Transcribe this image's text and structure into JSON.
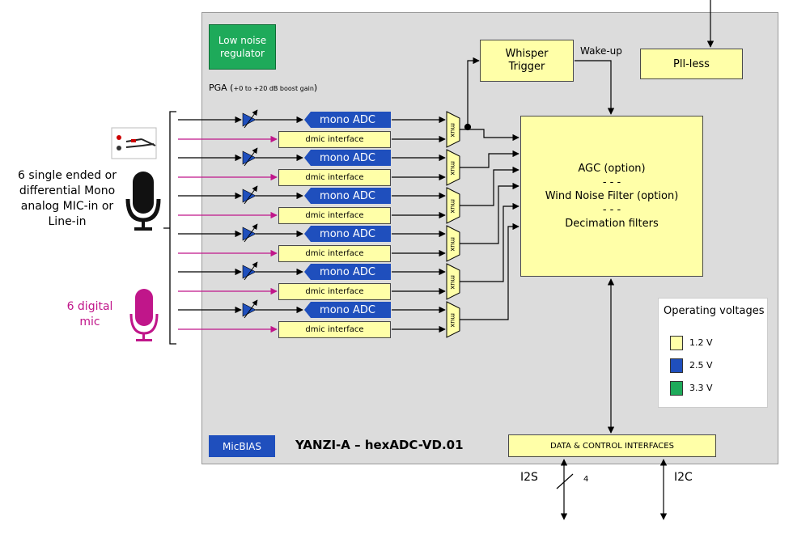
{
  "left_labels": {
    "analog_mic": [
      "6 single ended or",
      "differential Mono",
      "analog MIC-in or",
      "Line-in"
    ],
    "digital_mic": [
      "6 digital",
      "mic"
    ]
  },
  "regulator": [
    "Low noise",
    "regulator"
  ],
  "pga_label": {
    "main": "PGA (",
    "small": "+0 to +20 dB boost gain",
    "end": ")"
  },
  "whisper": [
    "Whisper",
    "Trigger"
  ],
  "wakeup": "Wake-up",
  "pll": "Pll-less",
  "adc_label": "mono ADC",
  "dmic_label": "dmic interface",
  "mux_label": "mux",
  "dsp": {
    "agc": "AGC  (option)",
    "sep": "- - -",
    "wind": "Wind Noise Filter (option)",
    "decim": "Decimation filters"
  },
  "legend": {
    "title": "Operating voltages",
    "items": [
      {
        "label": "1.2 V",
        "color": "#ffffa8"
      },
      {
        "label": "2.5 V",
        "color": "#1f4fbd"
      },
      {
        "label": "3.3 V",
        "color": "#1eaa5a"
      }
    ]
  },
  "micbias": "MicBIAS",
  "chip_name": "YANZI-A – hexADC-VD.01",
  "interfaces": "DATA & CONTROL INTERFACES",
  "i2s": "I2S",
  "bus_width": "4",
  "i2c": "I2C",
  "colors": {
    "chip_bg": "#dcdcdc",
    "digital": "#c0168a",
    "adc_blue": "#1f4fbd",
    "block_yellow": "#ffffa8"
  }
}
